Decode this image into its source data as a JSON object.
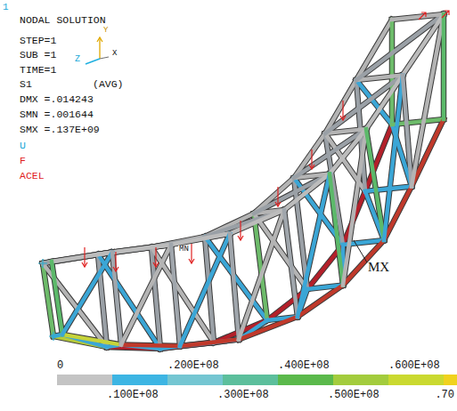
{
  "diagram": {
    "labels": [
      "1",
      "NODAL SOLUTION",
      "STEP=1",
      "SUB =1",
      "TIME=1",
      "S1",
      "(AVG)",
      "DMX =.014243",
      "SMN =.001644",
      "SMX =.137E+09",
      "U",
      "F",
      "ACEL",
      "Y",
      "Z",
      "X",
      "MN",
      "MX"
    ],
    "legend": [
      {
        "text": "0",
        "color": "#c4c4c4"
      },
      {
        "text": ".100E+08",
        "color": "#3db5e3"
      },
      {
        "text": ".200E+08",
        "color": "#74c6d2"
      },
      {
        "text": ".300E+08",
        "color": "#5cbf9c"
      },
      {
        "text": ".400E+08",
        "color": "#5bb94b"
      },
      {
        "text": ".500E+08",
        "color": "#a3cc3d"
      },
      {
        "text": ".600E+08",
        "color": "#cad930"
      },
      {
        "text": ".70",
        "color": "#f0d21e"
      }
    ]
  }
}
